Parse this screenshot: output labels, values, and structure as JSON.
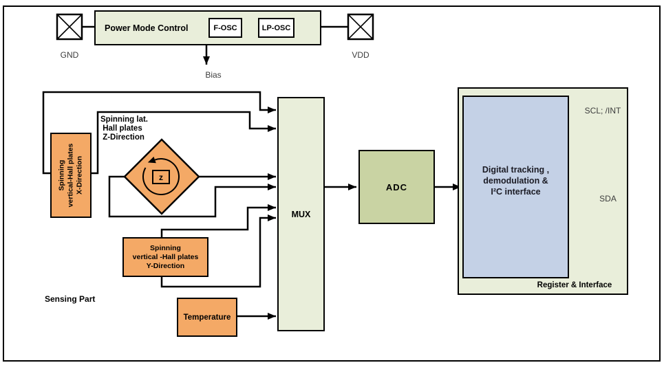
{
  "colors": {
    "panel_green": "#e9eeda",
    "hall_orange": "#f4a966",
    "adc_olive": "#c9d3a3",
    "digital_blue": "#c4d1e6",
    "wire_black": "#000000"
  },
  "power_section": {
    "title": "Power Mode Control",
    "fosc_label": "F-OSC",
    "lposc_label": "LP-OSC",
    "bias_label": "Bias",
    "gnd_label": "GND",
    "vdd_label": "VDD"
  },
  "sensing_section": {
    "title": "Sensing Part",
    "x_plates_label": "Spinning\nvertical-Hall plates\nX-Direction",
    "z_plates_label": "Spinning lat.\n Hall plates\n Z-Direction",
    "z_symbol": "z",
    "y_plates_label": "Spinning\nvertical -Hall plates\nY-Direction",
    "temperature_label": "Temperature",
    "mux_label": "MUX"
  },
  "adc_label": "ADC",
  "register_section": {
    "title": "Register & Interface",
    "digital_block_label": "Digital tracking ,\ndemodulation &\nI²C interface",
    "scl_label": "SCL; /INT",
    "sda_label": "SDA"
  }
}
